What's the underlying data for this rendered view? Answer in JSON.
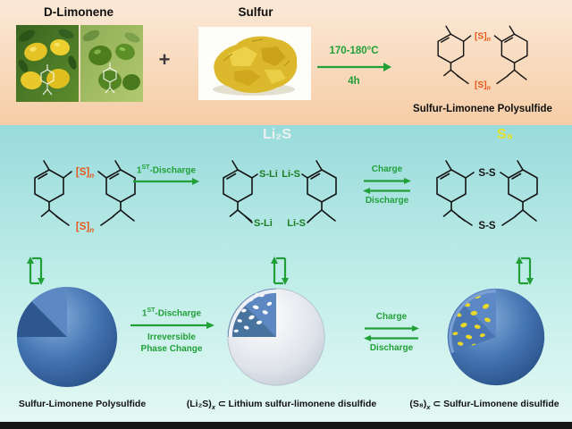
{
  "top": {
    "limonene_label": "D-Limonene",
    "plus_sign": "+",
    "sulfur_label": "Sulfur",
    "reaction_temp": "170-180°C",
    "reaction_time": "4h",
    "product_label": "Sulfur-Limonene Polysulfide"
  },
  "headers": {
    "li2s": "Li₂S",
    "s8": "S₈"
  },
  "structures": {
    "s_bracket": "[S]",
    "sub_n": "n",
    "s_li": "S-Li",
    "li_s": "Li-S",
    "s_s": "S-S"
  },
  "arrows": {
    "first_discharge_num": "1",
    "first_discharge_sup": "ST",
    "first_discharge_rest": "-Discharge",
    "charge": "Charge",
    "discharge": "Discharge",
    "irreversible_1": "Irreversible",
    "irreversible_2": "Phase Change"
  },
  "footer": {
    "left": "Sulfur-Limonene Polysulfide",
    "mid_prefix": "(Li₂S)",
    "mid_sub": "x",
    "mid_rest": " ⊂ Lithium sulfur-limonene disulfide",
    "right_prefix": "(S₈)",
    "right_sub": "x",
    "right_rest": " ⊂ Sulfur-Limonene disulfide"
  },
  "colors": {
    "top_bg": "#f6cda6",
    "bottom_bg": "#a8e2e0",
    "accent_green": "#21a038",
    "sn_orange": "#e8581c",
    "li2s_header_text": "#edf2f0",
    "s8_header_text": "#e6e22b",
    "sphere_blue": "#4474b2",
    "sphere_pale": "#dde2e9",
    "dot_yellow": "#e9d827"
  }
}
